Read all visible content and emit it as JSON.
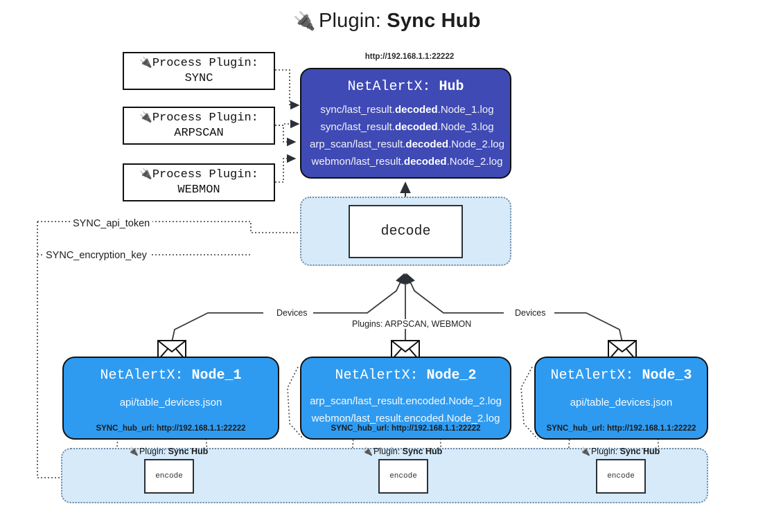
{
  "title": {
    "icon": "plug-icon",
    "prefix": "Plugin:",
    "name": "Sync Hub"
  },
  "process_plugins": [
    {
      "line1": "Process Plugin:",
      "line2": "SYNC",
      "icon": "plug-icon"
    },
    {
      "line1": "Process Plugin:",
      "line2": "ARPSCAN",
      "icon": "plug-icon"
    },
    {
      "line1": "Process Plugin:",
      "line2": "WEBMON",
      "icon": "plug-icon"
    }
  ],
  "hub": {
    "url": "http://192.168.1.1:22222",
    "title_prefix": "NetAlertX:",
    "title_name": "Hub",
    "color": "#3f4ab5",
    "lines": [
      {
        "pre": "sync/last_result.",
        "mid": "decoded",
        "post": ".Node_1.log"
      },
      {
        "pre": "sync/last_result.",
        "mid": "decoded",
        "post": ".Node_3.log"
      },
      {
        "pre": "arp_scan/last_result.",
        "mid": "decoded",
        "post": ".Node_2.log"
      },
      {
        "pre": "webmon/last_result.",
        "mid": "decoded",
        "post": ".Node_2.log"
      }
    ]
  },
  "decode": {
    "label": "decode",
    "group_color": "#d6eaf9"
  },
  "secrets": [
    {
      "label": "SYNC_api_token"
    },
    {
      "label": "SYNC_encryption_key"
    }
  ],
  "edge_labels": {
    "devices_left": "Devices",
    "devices_right": "Devices",
    "plugins_center": "Plugins: ARPSCAN, WEBMON"
  },
  "nodes": [
    {
      "title_prefix": "NetAlertX:",
      "title_name": "Node_1",
      "color": "#2f9bf0",
      "lines": [
        "api/table_devices.json"
      ],
      "url_key": "SYNC_hub_url:",
      "url_value": "http://192.168.1.1:22222",
      "envelope_icon": "envelope-icon"
    },
    {
      "title_prefix": "NetAlertX:",
      "title_name": "Node_2",
      "color": "#2f9bf0",
      "lines": [
        "arp_scan/last_result.encoded.Node_2.log",
        "webmon/last_result.encoded.Node_2.log"
      ],
      "url_key": "SYNC_hub_url:",
      "url_value": "http://192.168.1.1:22222",
      "envelope_icon": "envelope-icon"
    },
    {
      "title_prefix": "NetAlertX:",
      "title_name": "Node_3",
      "color": "#2f9bf0",
      "lines": [
        "api/table_devices.json"
      ],
      "url_key": "SYNC_hub_url:",
      "url_value": "http://192.168.1.1:22222",
      "envelope_icon": "envelope-icon"
    }
  ],
  "encode_group": {
    "color": "#d6eaf9",
    "items": [
      {
        "tag_prefix": "Plugin:",
        "tag_name": "Sync Hub",
        "box_label": "encode",
        "icon": "plug-icon"
      },
      {
        "tag_prefix": "Plugin:",
        "tag_name": "Sync Hub",
        "box_label": "encode",
        "icon": "plug-icon"
      },
      {
        "tag_prefix": "Plugin:",
        "tag_name": "Sync Hub",
        "box_label": "encode",
        "icon": "plug-icon"
      }
    ]
  }
}
